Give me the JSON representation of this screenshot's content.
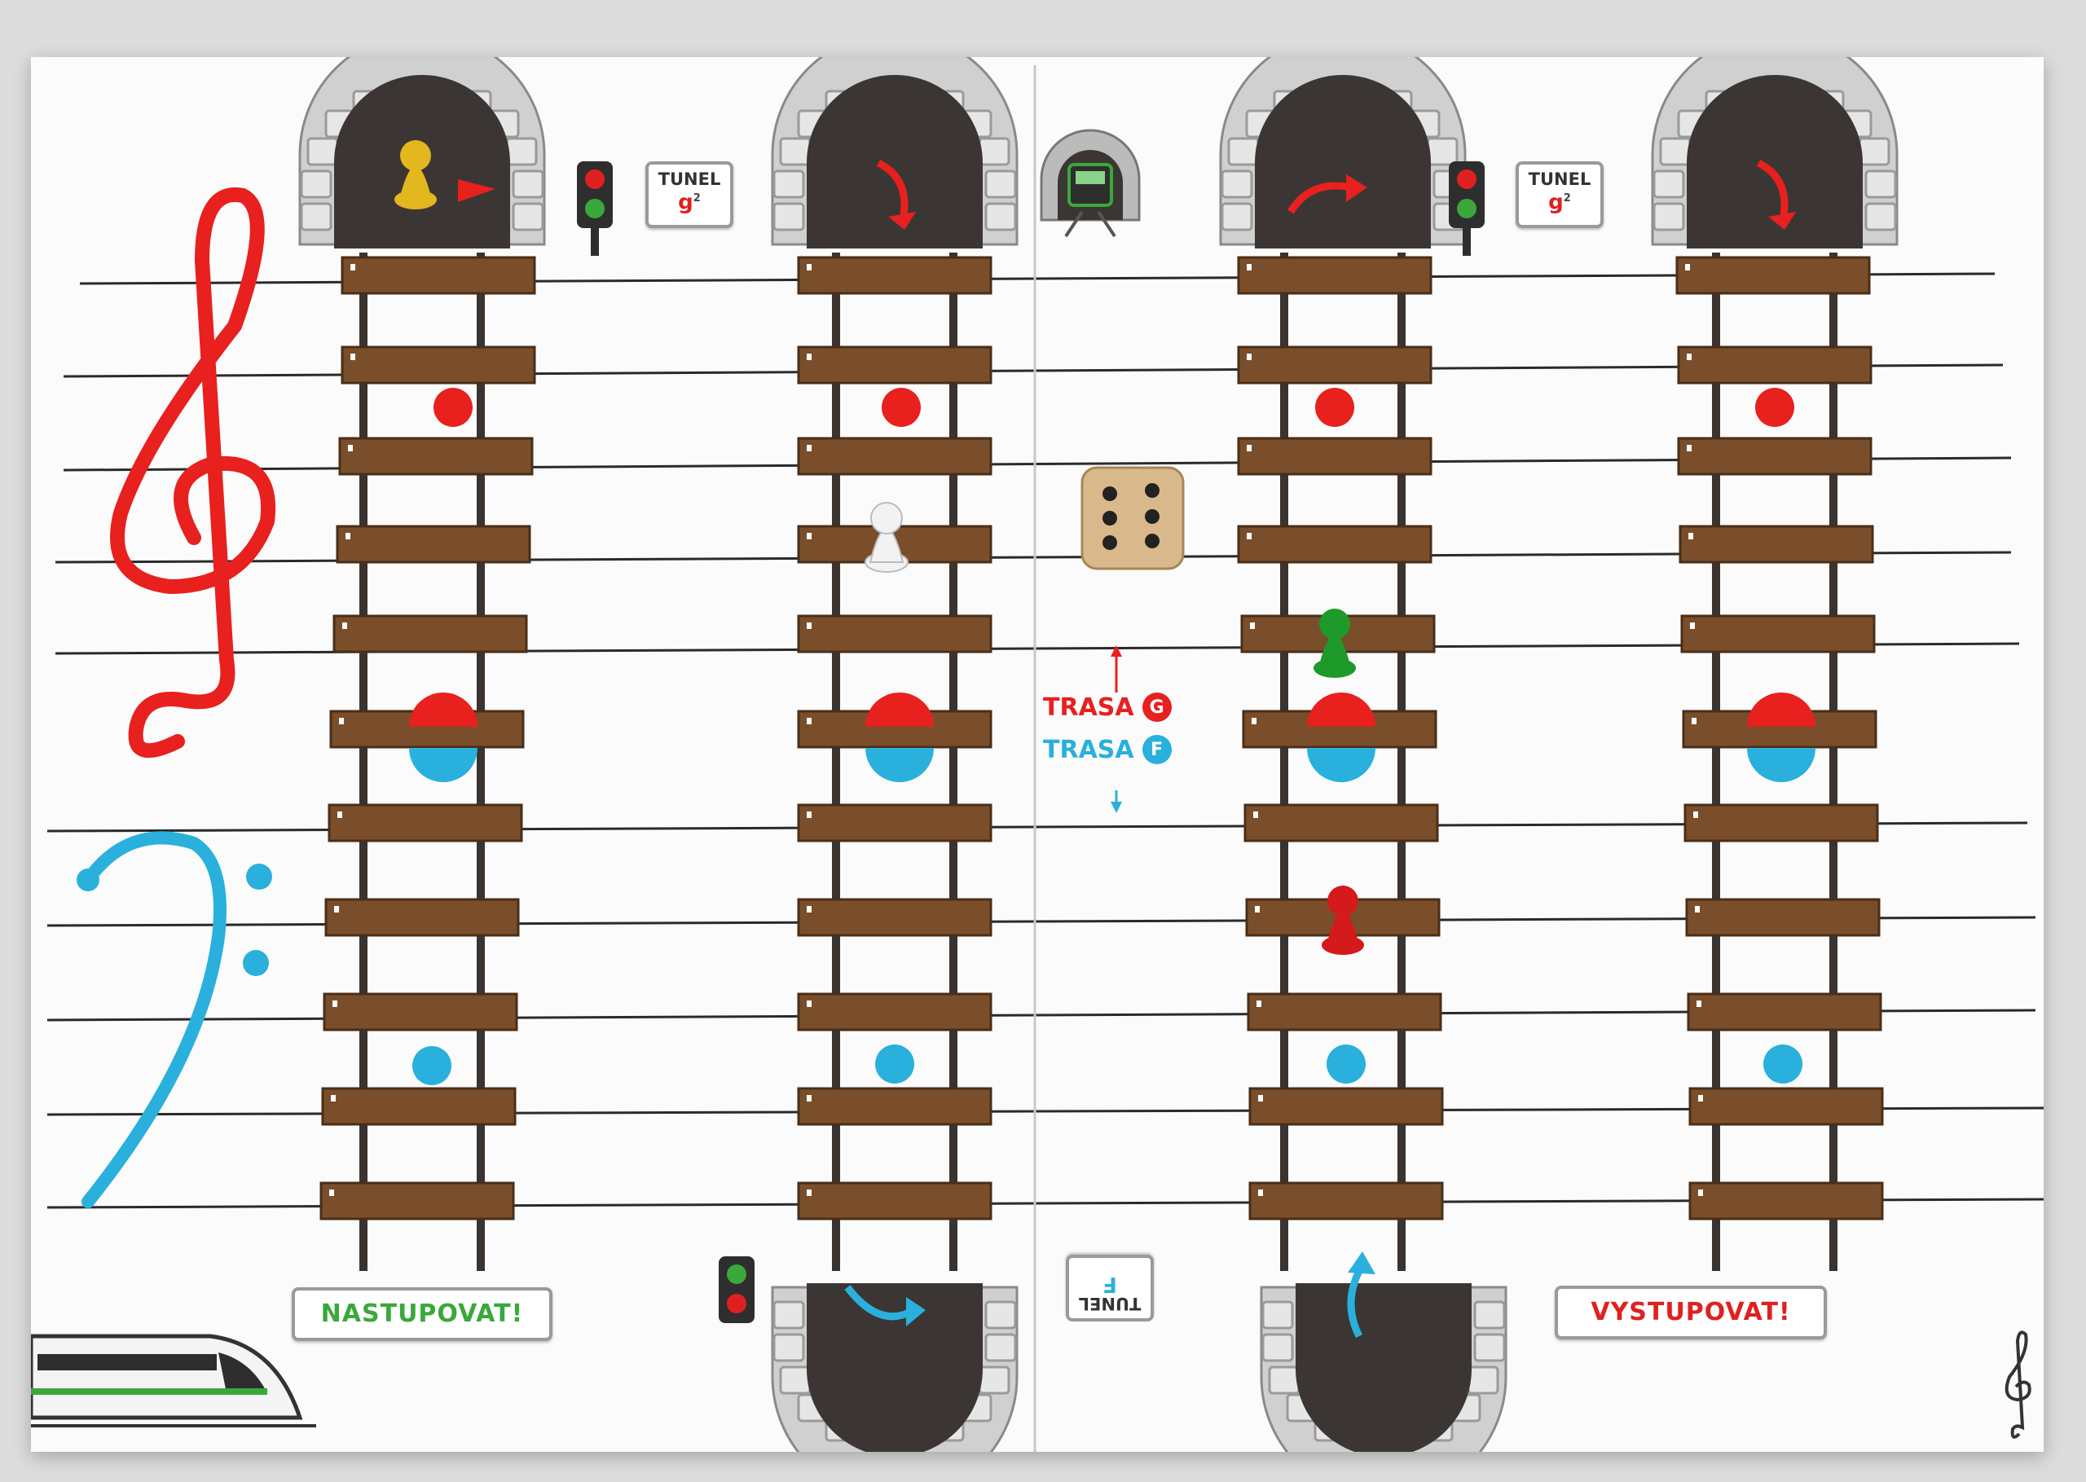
{
  "board": {
    "start_label": "NASTUPOVAT!",
    "end_label": "VYSTUPOVAT!",
    "tunnel_sign_word": "TUNEL",
    "tunnel_sign_note": "g",
    "tunnel_sign_sup": "2",
    "tunnel_sign_flipped_word": "TUNEL",
    "tunnel_sign_flipped_note": "F"
  },
  "legend": {
    "route_g_label": "TRASA",
    "route_g_badge": "G",
    "route_f_label": "TRASA",
    "route_f_badge": "F",
    "up_arrow": "↑",
    "down_arrow": "↓"
  },
  "dice": {
    "face": 6
  },
  "colors": {
    "treble": "#e8201e",
    "bass": "#2ab0dc",
    "rail_wood": "#7a4e2a",
    "rail_metal": "#3a3330",
    "start_green": "#3aa83a",
    "end_red": "#e02020"
  },
  "icons": [
    "treble-clef-icon",
    "bass-clef-icon",
    "train-icon",
    "dice-icon",
    "traffic-light-icon",
    "tunnel-icon"
  ]
}
